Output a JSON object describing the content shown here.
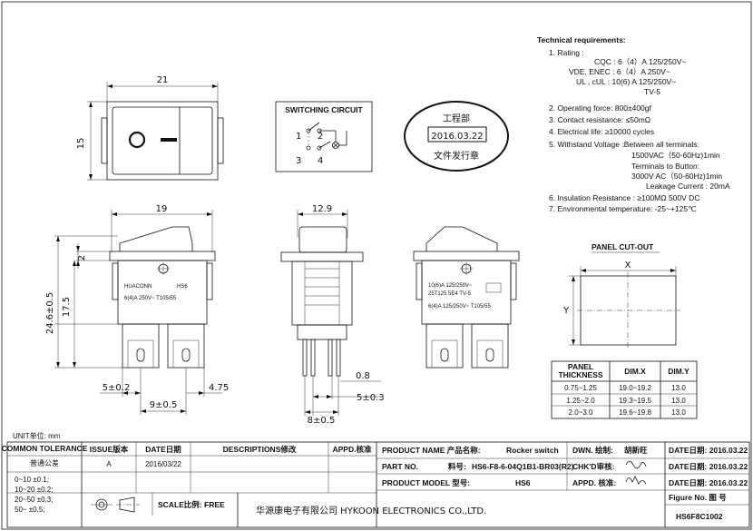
{
  "tech": {
    "title": "Technical requirements:",
    "lines": [
      "1. Rating :",
      "CQC : 6（4）A 125/250V~",
      "VDE, ENEC : 6（4）A  250V~",
      "UL , cUL : 10(6) A 125/250V~",
      "TV-5",
      "2. Operating force: 800±400gf",
      "3. Contact resistance: ≤50mΩ",
      "4. Electrical life: ≥10000 cycles",
      "5. Withstand Voltage :Between all terminals:",
      "1500VAC（50-60Hz)1min",
      "Terminals to Button:",
      "3000V AC（50-60Hz)1min",
      "Leakage Current :  20mA",
      "6. Insulation Resistance  : ≥100MΩ  500V DC",
      "7. Environmental temperature: -25~+125℃"
    ]
  },
  "stamp": {
    "top": "工程部",
    "date": "2016.03.22",
    "bottom": "文件发行章"
  },
  "switching": {
    "title": "SWITCHING CIRCUIT",
    "pins": [
      "1",
      "2",
      "3",
      "4"
    ]
  },
  "top_view": {
    "dim_width": "21",
    "dim_height": "15"
  },
  "front_view": {
    "dim_19": "19",
    "dim_2": "2",
    "dim_17_5": "17.5",
    "dim_24_6": "24.6±0.5",
    "dim_5_02": "5±0.2",
    "dim_4_75": "4.75",
    "dim_9_05": "9±0.5",
    "label_brand": "HUACONN",
    "label_model": "HS6",
    "label_rating": "6(4)A  250V~  T105/55"
  },
  "side_view": {
    "dim_12_9": "12.9",
    "dim_0_8": "0.8",
    "dim_5_03": "5±0.3",
    "dim_8_05": "8±0.5"
  },
  "back_view": {
    "label_line1": "10(6)A 125/250V~",
    "label_line2": "25T125  5E4  TV-5",
    "label_line3": "6(4)A 125/250V~  T105/55"
  },
  "panel": {
    "title": "PANEL CUT-OUT",
    "x_label": "X",
    "y_label": "Y",
    "headers": [
      "PANEL THICKNESS",
      "DIM.X",
      "DIM.Y"
    ],
    "rows": [
      [
        "0.75~1.25",
        "19.0~19.2",
        "13.0"
      ],
      [
        "1.25~2.0",
        "19.3~19.5",
        "13.0"
      ],
      [
        "2.0~3.0",
        "19.6~19.8",
        "13.0"
      ]
    ]
  },
  "title_block": {
    "unit": "UNIT单位: mm",
    "common_tolerance": "COMMON TOLERANCE",
    "tolerance_cn": "普通公差",
    "tolerances": [
      "0~10    ±0.1;",
      "10~20  ±0.2;",
      "20~50  ±0.3;",
      "50~      ±0.5;"
    ],
    "issue_label": "ISSUE版本",
    "issue_value": "A",
    "date_label": "DATE日期",
    "date_value": "2016/03/22",
    "desc_label": "DESCRIPTIONS修改",
    "appd_label": "APPD.核准",
    "product_name_label": "PRODUCT NAME  产品名称:",
    "product_name_value": "Rocker switch",
    "part_no_label": "PART NO.",
    "part_no_cn": "料号:",
    "part_no_value": "HS6-F8-6-04Q1B1-BR03(R2)",
    "model_label": "PRODUCT MODEL  型号:",
    "model_value": "HS6",
    "dwn_label": "DWN. 绘制:",
    "dwn_value": "胡新旺",
    "chkd_label": "CHK'D审核:",
    "appd2_label": "APPD. 核准:",
    "date_rows": [
      "DATE日期: 2016.03.22",
      "DATE日期: 2016.03.22",
      "DATE日期: 2016.03.22"
    ],
    "scale_label": "SCALE比例: FREE",
    "company": "华源康电子有限公司  HYKOON ELECTRONICS CO.,LTD.",
    "figure_label": "Figure No.  图 号",
    "figure_value": "HS6F8C1002"
  }
}
